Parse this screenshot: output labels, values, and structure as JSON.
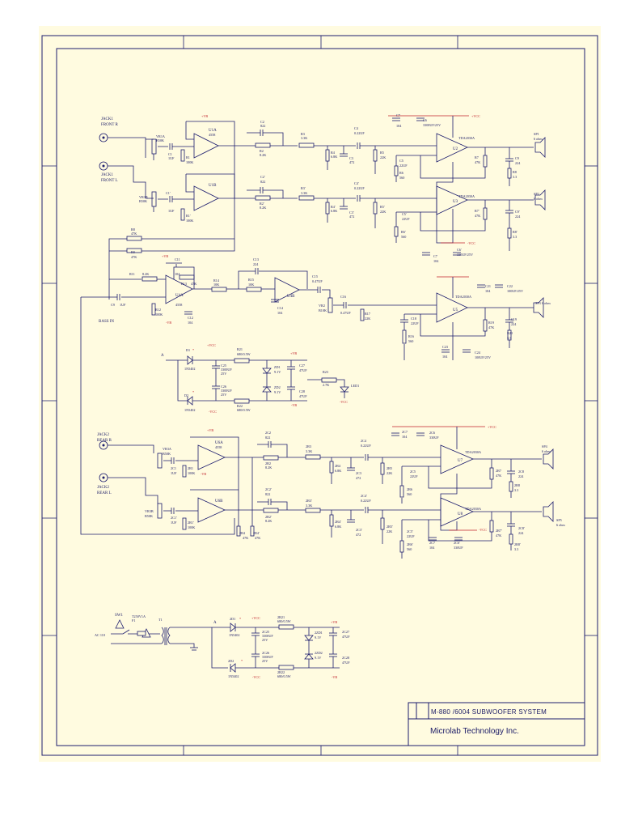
{
  "title_block": {
    "system": "M-880 /6004  SUBWOOFER    SYSTEM",
    "company": "Microlab Technology Inc."
  },
  "colors": {
    "paper": "#fffbe0",
    "ink": "#1c1c6e",
    "power": "#c0202a"
  },
  "inputs": {
    "jack1_r": [
      "JACK1",
      "FRONT R"
    ],
    "jack1_l": [
      "JACK1",
      "FRONT L"
    ],
    "jack2_r": [
      "JACK2",
      "REAR R"
    ],
    "jack2_l": [
      "JACK2",
      "REAR L"
    ],
    "bass_in": "BASS IN"
  },
  "front": {
    "vr1a": [
      "VR1A",
      "B50K"
    ],
    "vr1b": [
      "VR1B",
      "B50K"
    ],
    "c1": [
      "C1",
      "1UF"
    ],
    "c1b": [
      "C1'",
      "1UF"
    ],
    "r1": "R1",
    "r1_val": "100K",
    "r1b": "R1'",
    "r1b_val": "100K",
    "u1a": [
      "U1A",
      "4558"
    ],
    "u1b": "U1B",
    "c2": [
      "C2",
      "822"
    ],
    "c2b": [
      "C2'",
      "822"
    ],
    "r2": [
      "R2",
      "8.2K"
    ],
    "r2b": [
      "R2'",
      "8.2K"
    ],
    "r3": [
      "R3",
      "3.3K"
    ],
    "r3b": [
      "R3'",
      "3.3K"
    ],
    "r4": [
      "R4",
      "6.8K"
    ],
    "r4b": [
      "R4'",
      "6.8K"
    ],
    "c3": [
      "C3",
      "472"
    ],
    "c3b": [
      "C3'",
      "472"
    ],
    "c4": [
      "C4",
      "0.22UF"
    ],
    "c4b": [
      "C4'",
      "0.22UF"
    ],
    "r5": [
      "R5",
      "22K"
    ],
    "r5b": [
      "R5'",
      "22K"
    ],
    "c5": [
      "C5",
      "22UF"
    ],
    "c5b": [
      "C5'",
      "22UF"
    ],
    "r6": [
      "R6",
      "560"
    ],
    "r6b": [
      "R6'",
      "560"
    ],
    "c6": [
      "C6",
      "3300UF/25V"
    ],
    "c6b": [
      "C6'",
      "330UF/25V"
    ],
    "c7": [
      "C7",
      "104"
    ],
    "c7b": [
      "C7",
      "104"
    ],
    "u2": "U2",
    "u2_type": "TDA2030A",
    "u3": "U3",
    "u3_type": "TDA2030A",
    "r7": [
      "R7",
      "47K"
    ],
    "r7b": [
      "R7'",
      "47K"
    ],
    "r8": [
      "R8",
      "3.3"
    ],
    "r8b": [
      "R8'",
      "3.3"
    ],
    "c9": [
      "C9",
      "224"
    ],
    "c9b": [
      "C9'",
      "224"
    ],
    "sp1": [
      "SP1",
      "6 ohm"
    ],
    "sp2": [
      "SP2",
      "6 ohm"
    ],
    "vcc_pos": "+VCC",
    "vcc_neg": "-VCC"
  },
  "bass": {
    "r8": [
      "R8",
      "47K"
    ],
    "r9": [
      "R9",
      "47K"
    ],
    "r11": [
      "R11",
      "8.2K"
    ],
    "c9": [
      "C9",
      "1UF"
    ],
    "c11": [
      "C11",
      "104"
    ],
    "r13": [
      "R13",
      "47K"
    ],
    "u4a": [
      "U4A",
      "4558"
    ],
    "r12": [
      "R12",
      "100K"
    ],
    "c12": [
      "C12",
      "104"
    ],
    "r14": [
      "R14",
      "10K"
    ],
    "r15": [
      "R15",
      "10K"
    ],
    "c13": [
      "C13",
      "224"
    ],
    "c14": [
      "C14",
      "104"
    ],
    "u4b": "U4B",
    "c15": [
      "C15",
      "0.47UF"
    ],
    "vr2": [
      "VR2",
      "B10K"
    ],
    "c16": [
      "C16",
      "0.47UF"
    ],
    "r17": [
      "R17",
      "22K"
    ],
    "c18": [
      "C18",
      "22UF"
    ],
    "r16": [
      "R16",
      "560"
    ],
    "u5": "U5",
    "u5_type": "TDA2030A",
    "r19": [
      "R19",
      "47K"
    ],
    "r20": [
      "R20",
      "3.3"
    ],
    "c19": [
      "C19",
      "224"
    ],
    "c21": [
      "C21",
      "104"
    ],
    "c22": [
      "C22",
      "100UF/25V"
    ],
    "c23": [
      "C23",
      "104"
    ],
    "c24": [
      "C24",
      "100UF/25V"
    ],
    "sp3": [
      "SP3",
      "6 ohm"
    ]
  },
  "supply_a": {
    "node": "A",
    "d1": [
      "D1",
      "1N5402"
    ],
    "d2": [
      "D2",
      "1N5402"
    ],
    "r21": [
      "R21",
      "680/0.5W"
    ],
    "r22": [
      "R22",
      "680/0.5W"
    ],
    "c25": [
      "C25",
      "3300UF",
      "25V"
    ],
    "c26": [
      "C26",
      "3300UF",
      "25V"
    ],
    "zd1": [
      "ZD1",
      "9.1V"
    ],
    "zd2": [
      "ZD2",
      "9.1V"
    ],
    "c27": [
      "C27",
      "47UF"
    ],
    "c28": [
      "C28",
      "47UF"
    ],
    "r23": [
      "R23",
      "2.7K"
    ],
    "led1": "LED1"
  },
  "rear": {
    "vr3a": [
      "VR3A",
      "B50K"
    ],
    "vr3b": [
      "VR3B",
      "B50K"
    ],
    "c1": [
      "2C1",
      "1UF"
    ],
    "c1b": [
      "2C1'",
      "1UF"
    ],
    "r1": [
      "2R1",
      "100K"
    ],
    "r1b": [
      "2R1'",
      "100K"
    ],
    "u6a": [
      "U6A",
      "4558"
    ],
    "u6b": "U6B",
    "r4x": [
      "2R4",
      "47K"
    ],
    "r4xb": [
      "2R4'",
      "47K"
    ],
    "c2": [
      "2C2",
      "822"
    ],
    "c2b": [
      "2C2'",
      "822"
    ],
    "r2": [
      "2R2",
      "8.2K"
    ],
    "r2b": [
      "2R2'",
      "8.2K"
    ],
    "r3": [
      "2R3",
      "3.3K"
    ],
    "r3b": [
      "2R3'",
      "3.3K"
    ],
    "r4": [
      "2R4",
      "6.8K"
    ],
    "r4b": [
      "2R4'",
      "6.8K"
    ],
    "c3": [
      "2C3",
      "472"
    ],
    "c3b": [
      "2C3'",
      "472"
    ],
    "c4": [
      "2C4",
      "0.22UF"
    ],
    "c4b": [
      "2C4'",
      "0.22UF"
    ],
    "r5": [
      "2R5",
      "22K"
    ],
    "r5b": [
      "2R5'",
      "22K"
    ],
    "c5": [
      "2C5",
      "22UF"
    ],
    "c5b": [
      "2C5'",
      "22UF"
    ],
    "r6": [
      "2R6",
      "560"
    ],
    "r6b": [
      "2R6'",
      "560"
    ],
    "c6": [
      "2C6",
      "330UF"
    ],
    "c6b": [
      "2C6'",
      "330UF"
    ],
    "c7": [
      "2C7",
      "104"
    ],
    "c7b": [
      "2C7",
      "104"
    ],
    "u7": "U7",
    "u7_type": "TDA2030A",
    "u8": "U8",
    "u8_type": "TDA2030A",
    "r7": [
      "2R7",
      "47K"
    ],
    "r7b": [
      "2R7'",
      "47K"
    ],
    "r8": [
      "2R8",
      "3.3"
    ],
    "r8b": [
      "2R8'",
      "3.3"
    ],
    "c8": [
      "2C8",
      "224"
    ],
    "c8b": [
      "2C8'",
      "224"
    ],
    "sp4": [
      "SP4",
      "6 ohm"
    ],
    "sp5": [
      "SP5",
      "6 ohm"
    ]
  },
  "mains": {
    "sw1": "SW1",
    "ac": "AC 110",
    "f1": [
      "T250V1A",
      "F1"
    ],
    "t1": "T1",
    "node": "A",
    "d1": [
      "2D1",
      "1N5402"
    ],
    "d2": [
      "2D2",
      "1N5402"
    ],
    "c25": [
      "2C25",
      "3300UF",
      "25V"
    ],
    "c26": [
      "2C26",
      "3300UF",
      "25V"
    ],
    "r21": [
      "2R21",
      "680/0.5W"
    ],
    "r22": [
      "2R22",
      "680/0.5W"
    ],
    "zd1": [
      "2ZD1",
      "9.1V"
    ],
    "zd2": [
      "2ZD2",
      "9.1V"
    ],
    "c27": [
      "2C27",
      "47UF"
    ],
    "c28": [
      "2C28",
      "47UF"
    ]
  },
  "rails": {
    "vb_pos": "+VB",
    "vb_neg": "-VB",
    "vcc_pos": "+VCC",
    "vcc_neg": "-VCC",
    "star": "*"
  }
}
